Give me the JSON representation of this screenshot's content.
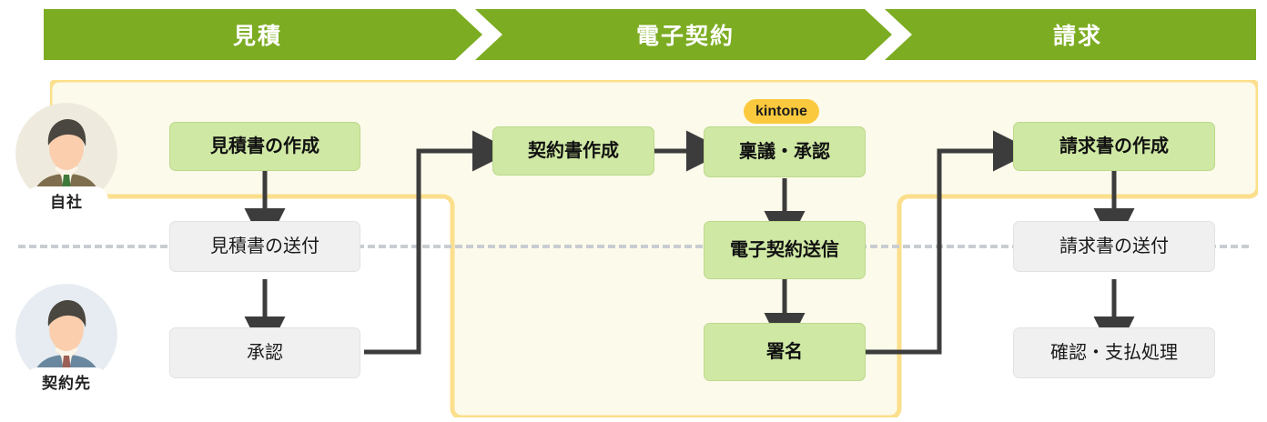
{
  "phases": [
    {
      "label": "見積",
      "name": "phase-estimate"
    },
    {
      "label": "電子契約",
      "name": "phase-econtract"
    },
    {
      "label": "請求",
      "name": "phase-billing"
    }
  ],
  "lanes": [
    {
      "label": "自社",
      "name": "lane-own-company"
    },
    {
      "label": "契約先",
      "name": "lane-counterparty"
    }
  ],
  "badge": {
    "label": "kintone"
  },
  "nodes": {
    "quote_create": {
      "label": "見積書の作成",
      "kind": "green"
    },
    "quote_send": {
      "label": "見積書の送付",
      "kind": "grey"
    },
    "quote_approve": {
      "label": "承認",
      "kind": "grey"
    },
    "contract_create": {
      "label": "契約書作成",
      "kind": "green"
    },
    "contract_ringi": {
      "label": "稟議・承認",
      "kind": "green"
    },
    "contract_send": {
      "label": "電子契約送信",
      "kind": "green"
    },
    "contract_sign": {
      "label": "署名",
      "kind": "green"
    },
    "invoice_create": {
      "label": "請求書の作成",
      "kind": "green"
    },
    "invoice_send": {
      "label": "請求書の送付",
      "kind": "grey"
    },
    "invoice_pay": {
      "label": "確認・支払処理",
      "kind": "grey"
    }
  },
  "colors": {
    "phase_green": "#7CAC22",
    "node_green": "#CFE8A4",
    "node_green_border": "#BCD98C",
    "node_grey": "#F0F0F0",
    "node_grey_border": "#E2E2E2",
    "scope_fill": "#FCFAEA",
    "scope_border": "#FBDF8C",
    "badge_yellow": "#FBC93D",
    "connector": "#3C3C3C",
    "divider": "#C9CDD2"
  }
}
